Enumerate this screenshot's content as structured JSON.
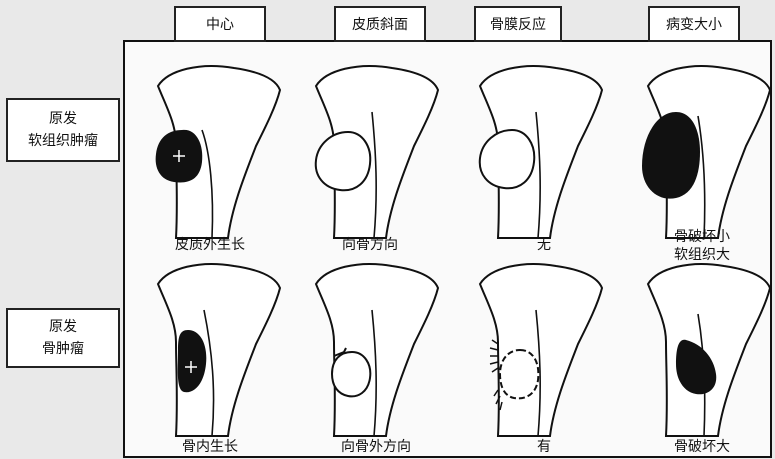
{
  "columns": [
    "中心",
    "皮质斜面",
    "骨膜反应",
    "病变大小"
  ],
  "rows": [
    {
      "label_lines": [
        "原发",
        "软组织肿瘤"
      ],
      "captions": [
        [
          "皮质外生长"
        ],
        [
          "向骨方向"
        ],
        [
          "无"
        ],
        [
          "骨破坏小",
          "软组织大"
        ]
      ]
    },
    {
      "label_lines": [
        "原发",
        "骨肿瘤"
      ],
      "captions": [
        [
          "骨内生长"
        ],
        [
          "向骨外方向"
        ],
        [
          "有"
        ],
        [
          "骨破坏大"
        ]
      ]
    }
  ]
}
